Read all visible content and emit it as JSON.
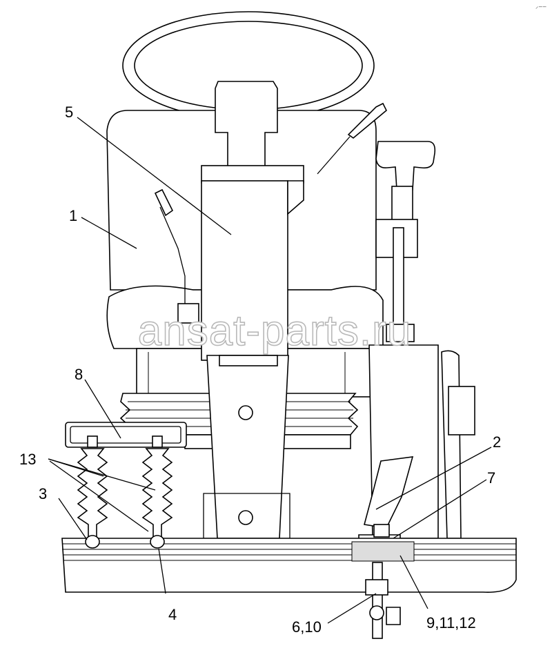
{
  "watermark": "ansat-parts.ru",
  "corner_mark": "⸝‒‒",
  "callouts": {
    "c1": "1",
    "c2": "2",
    "c3": "3",
    "c4": "4",
    "c5": "5",
    "c6": "6,10",
    "c7": "7",
    "c8": "8",
    "c9": "9,11,12",
    "c13": "13"
  }
}
